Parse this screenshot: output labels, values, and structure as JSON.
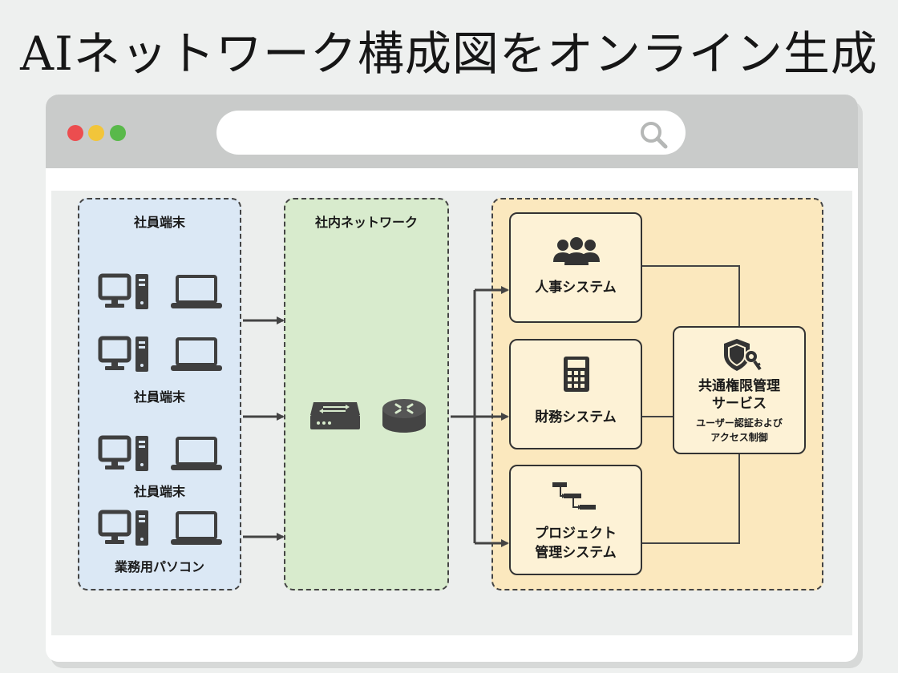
{
  "header": {
    "title": "AIネットワーク構成図をオンライン生成"
  },
  "browser": {
    "search": {
      "value": "",
      "placeholder": ""
    },
    "icons": [
      "search-icon"
    ]
  },
  "diagram": {
    "employee_group": {
      "title": "社員端末",
      "labels": [
        "社員端末",
        "社員端末",
        "業務用パソコン"
      ]
    },
    "network_group": {
      "title": "社内ネットワーク"
    },
    "systems": {
      "hr": "人事システム",
      "finance": "財務システム",
      "project_line1": "プロジェクト",
      "project_line2": "管理システム"
    },
    "service": {
      "title_line1": "共通権限管理",
      "title_line2": "サービス",
      "sub_line1": "ユーザー認証および",
      "sub_line2": "アクセス制御"
    }
  },
  "colors": {
    "employee_bg": "#dbe8f5",
    "network_bg": "#d8ebcd",
    "systems_bg": "#fbe8be"
  }
}
